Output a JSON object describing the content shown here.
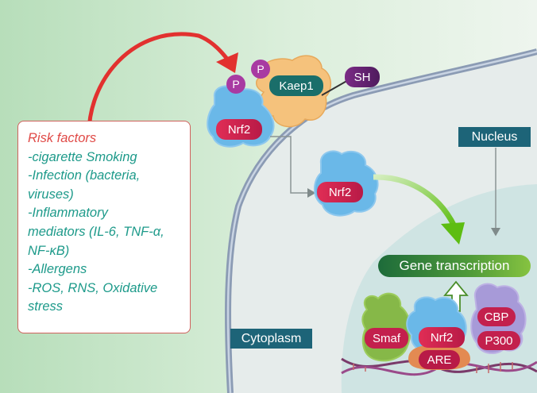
{
  "risk_factors": {
    "title": "Risk factors",
    "lines": [
      "-cigarette Smoking",
      "-Infection (bacteria,",
      "viruses)",
      "-Inflammatory",
      "mediators (IL-6, TNF-α,",
      "NF-κB)",
      "-Allergens",
      "-ROS, RNS, Oxidative",
      "stress"
    ]
  },
  "labels": {
    "nucleus": "Nucleus",
    "cytoplasm": "Cytoplasm",
    "gene_transcription": "Gene transcription"
  },
  "proteins": {
    "nrf2": "Nrf2",
    "kaep1": "Kaep1",
    "sh": "SH",
    "p": "P",
    "smaf": "Smaf",
    "are": "ARE",
    "cbp": "CBP",
    "p300": "P300"
  },
  "colors": {
    "background_left": "#c3e3c6",
    "nucleus_fill": "#dcebea",
    "membrane": "#8b9bb4",
    "label_box": "#1d6478",
    "nrf2_blob": "#6ab8e8",
    "kaep1_blob": "#f5c27c",
    "red_arrow": "#e2312f",
    "green_arrow": "#6cc321",
    "risk_title": "#e04a47",
    "risk_text": "#1d9a8a"
  }
}
